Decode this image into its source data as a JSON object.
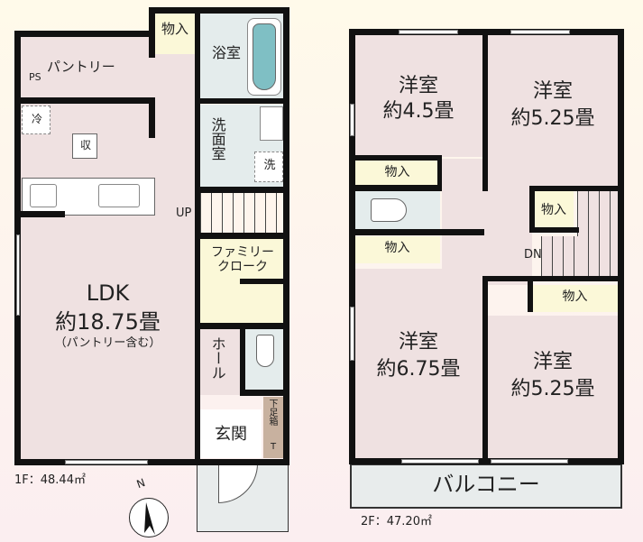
{
  "floor1": {
    "area_label": "1F：48.44㎡",
    "rooms": {
      "storage_top": "物入",
      "bath": "浴室",
      "pantry": "パントリー",
      "ps": "PS",
      "fridge": "冷",
      "shuno": "収",
      "washroom": "洗面室",
      "washer": "洗",
      "up": "UP",
      "family_closet_1": "ファミリー",
      "family_closet_2": "クローク",
      "ldk_name": "LDK",
      "ldk_size": "約18.75畳",
      "ldk_note": "（パントリー含む）",
      "hall": "ホール",
      "shoebox": "下足箱",
      "shoebox_t": "T",
      "entrance": "玄関"
    },
    "compass": "N"
  },
  "floor2": {
    "area_label": "2F：47.20㎡",
    "rooms": {
      "bed_nw_name": "洋室",
      "bed_nw_size": "約4.5畳",
      "bed_ne_name": "洋室",
      "bed_ne_size": "約5.25畳",
      "bed_sw_name": "洋室",
      "bed_sw_size": "約6.75畳",
      "bed_se_name": "洋室",
      "bed_se_size": "約5.25畳",
      "storage_1": "物入",
      "storage_2": "物入",
      "storage_3": "物入",
      "storage_4": "物入",
      "dn": "DN",
      "balcony": "バルコニー"
    }
  },
  "colors": {
    "room_pink": "#efe1e1",
    "storage_yellow": "#fbf8d8",
    "wet_aqua": "#e4ecec",
    "wall": "#111111",
    "shoebox": "#c8b19f",
    "bathtub": "#7fbfc4"
  }
}
